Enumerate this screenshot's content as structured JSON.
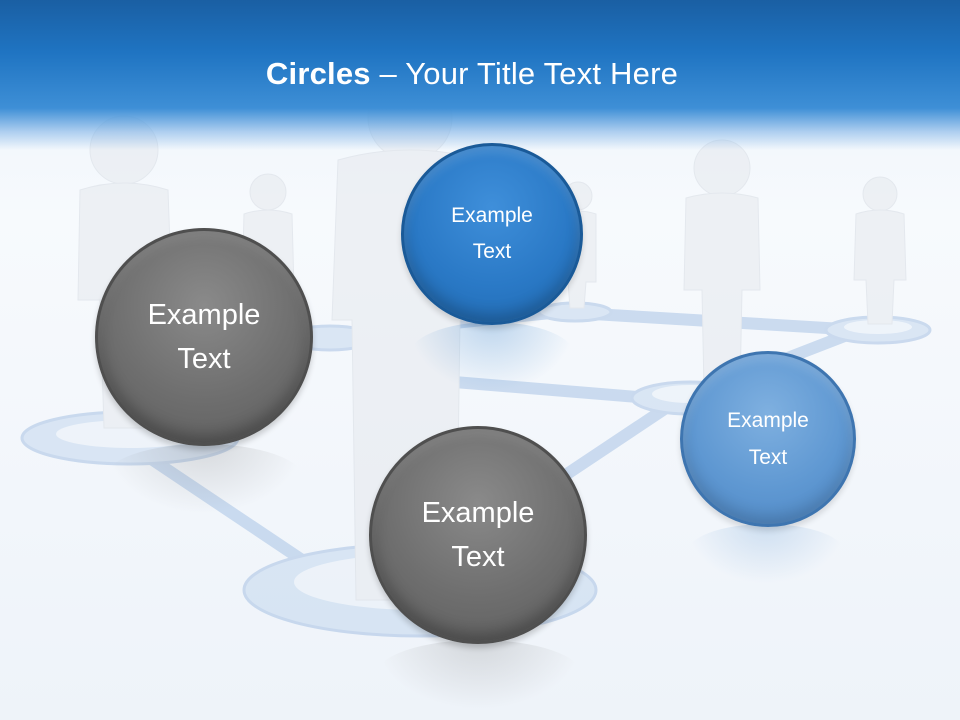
{
  "slide": {
    "title_bold": "Circles",
    "title_rest": " – Your Title Text Here"
  },
  "circles": [
    {
      "text": "Example\nText",
      "color": "#6e6e6e"
    },
    {
      "text": "Example\nText",
      "color": "#2a79c6"
    },
    {
      "text": "Example\nText",
      "color": "#6e6e6e"
    },
    {
      "text": "Example\nText",
      "color": "#5f98d2"
    }
  ],
  "background": {
    "illustration": "network-of-people",
    "header_color": "#1f74c2"
  }
}
